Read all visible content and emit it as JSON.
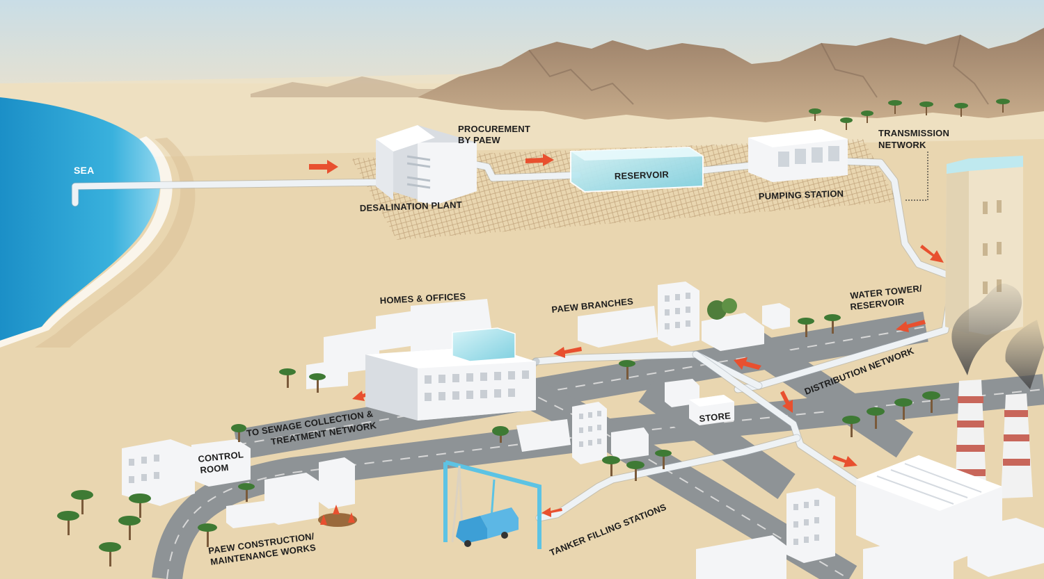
{
  "labels": {
    "sea": "SEA",
    "procurement": [
      "PROCUREMENT",
      "BY PAEW"
    ],
    "desalination": "DESALINATION PLANT",
    "reservoir": "RESERVOIR",
    "pumping": "PUMPING STATION",
    "transmission": [
      "TRANSMISSION",
      "NETWORK"
    ],
    "water_tower": [
      "WATER TOWER/",
      "RESERVOIR"
    ],
    "homes": "HOMES & OFFICES",
    "branches": "PAEW BRANCHES",
    "distribution": "DISTRIBUTION NETWORK",
    "sewage": [
      "TO SEWAGE COLLECTION &",
      "TREATMENT NETWORK"
    ],
    "store": "STORE",
    "control": [
      "CONTROL",
      "ROOM"
    ],
    "construction": [
      "PAEW CONSTRUCTION/",
      "MAINTENANCE WORKS"
    ],
    "tanker": "TANKER FILLING STATIONS"
  },
  "colors": {
    "sand": "#e9d6b0",
    "sea": "#2a9ed0",
    "arrow": "#e8502f",
    "pipe": "#eef2f5",
    "road": "#8e9396",
    "mountain": "#a88b72"
  },
  "icons": {
    "flow_arrow": "flow-arrow-icon",
    "palm": "palm-tree-icon",
    "water_tank": "water-tank-icon",
    "tanker_truck": "tanker-truck-icon",
    "chimney": "chimney-icon"
  }
}
